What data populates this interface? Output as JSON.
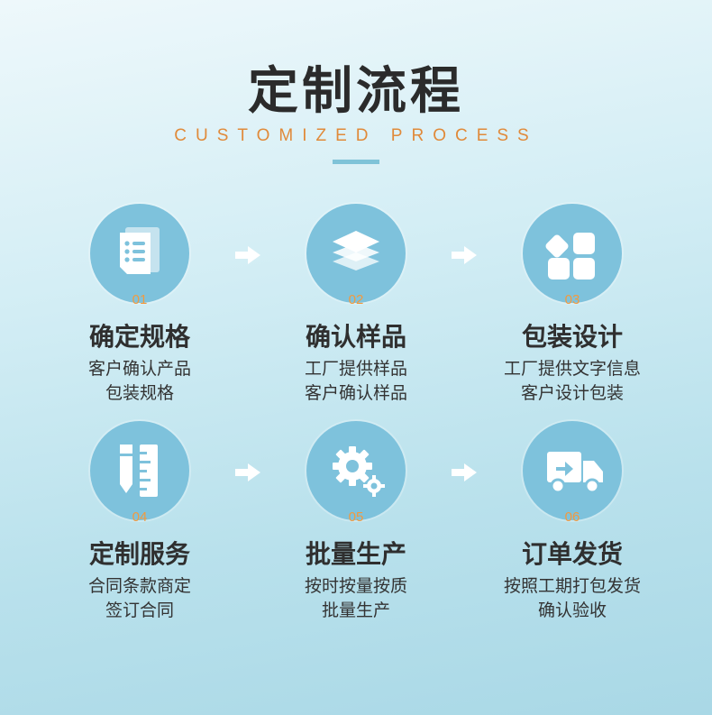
{
  "header": {
    "title": "定制流程",
    "subtitle": "CUSTOMIZED PROCESS"
  },
  "colors": {
    "accent_orange": "#f29a3f",
    "circle_blue": "#7ec2dc",
    "title_dark": "#2b2b2b"
  },
  "steps": [
    {
      "number": "01",
      "title": "确定规格",
      "lines": [
        "客户确认产品",
        "包装规格"
      ],
      "icon": "document-list-icon"
    },
    {
      "number": "02",
      "title": "确认样品",
      "lines": [
        "工厂提供样品",
        "客户确认样品"
      ],
      "icon": "layers-icon"
    },
    {
      "number": "03",
      "title": "包装设计",
      "lines": [
        "工厂提供文字信息",
        "客户设计包装"
      ],
      "icon": "apps-grid-icon"
    },
    {
      "number": "04",
      "title": "定制服务",
      "lines": [
        "合同条款商定",
        "签订合同"
      ],
      "icon": "pencil-ruler-icon"
    },
    {
      "number": "05",
      "title": "批量生产",
      "lines": [
        "按时按量按质",
        "批量生产"
      ],
      "icon": "gears-icon"
    },
    {
      "number": "06",
      "title": "订单发货",
      "lines": [
        "按照工期打包发货",
        "确认验收"
      ],
      "icon": "delivery-truck-icon"
    }
  ]
}
